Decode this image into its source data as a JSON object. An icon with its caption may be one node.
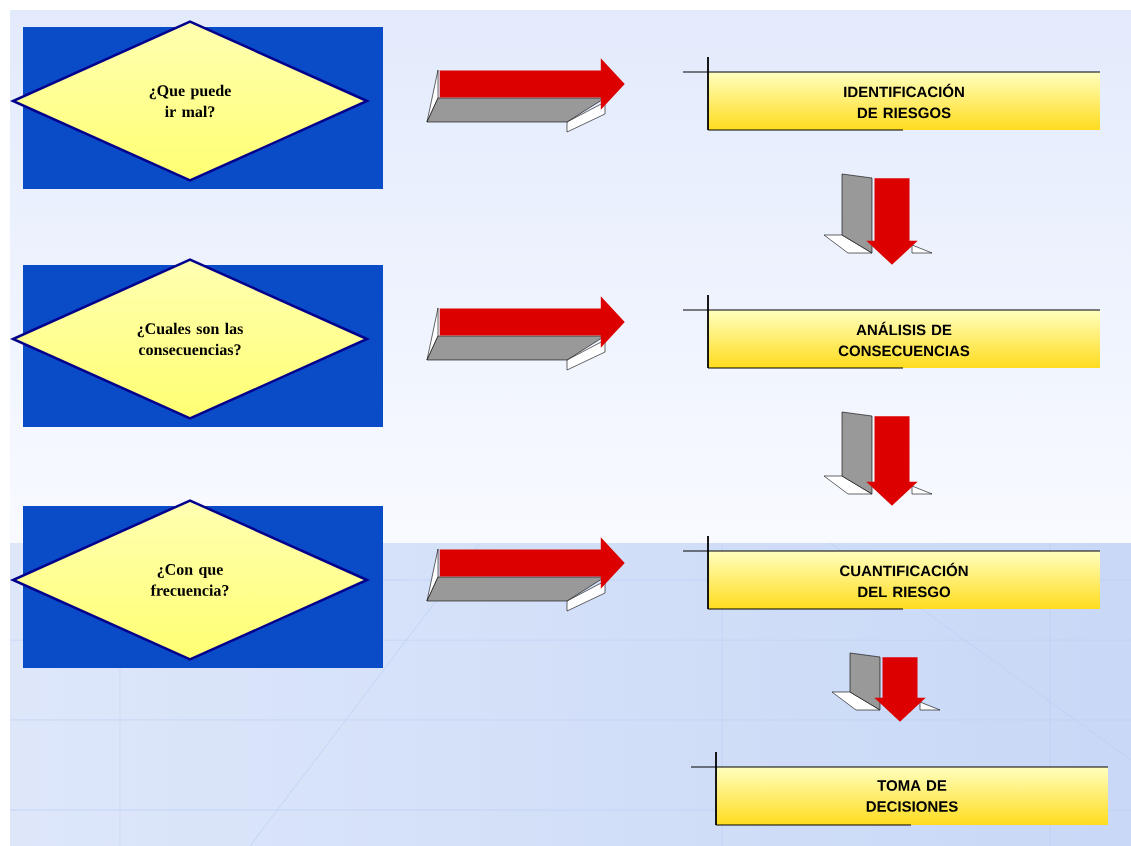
{
  "diagram": {
    "nodes": [
      {
        "text": [
          "¿Que puede ir mal?"
        ]
      },
      {
        "text": [
          "¿Cuales son las consecuencias?"
        ]
      },
      {
        "text": [
          "¿Con que frecuencia?"
        ]
      },
      {
        "text": [
          "IDENTIFICACIÓN DE RIESGOS"
        ]
      },
      {
        "text": [
          "ANÁLISIS DE CONSECUENCIAS"
        ]
      },
      {
        "text": [
          "CUANTIFICACIÓN DEL RIESGO"
        ]
      },
      {
        "text": [
          "TOMA DE DECISIONES"
        ]
      }
    ],
    "edges": [
      {
        "from": 0,
        "to": 3,
        "arrow": "to"
      },
      {
        "from": 1,
        "to": 4,
        "arrow": "to"
      },
      {
        "from": 2,
        "to": 5,
        "arrow": "to"
      },
      {
        "from": 3,
        "to": 4,
        "arrow": "to"
      },
      {
        "from": 4,
        "to": 5,
        "arrow": "to"
      },
      {
        "from": 5,
        "to": 6,
        "arrow": "to"
      }
    ]
  }
}
